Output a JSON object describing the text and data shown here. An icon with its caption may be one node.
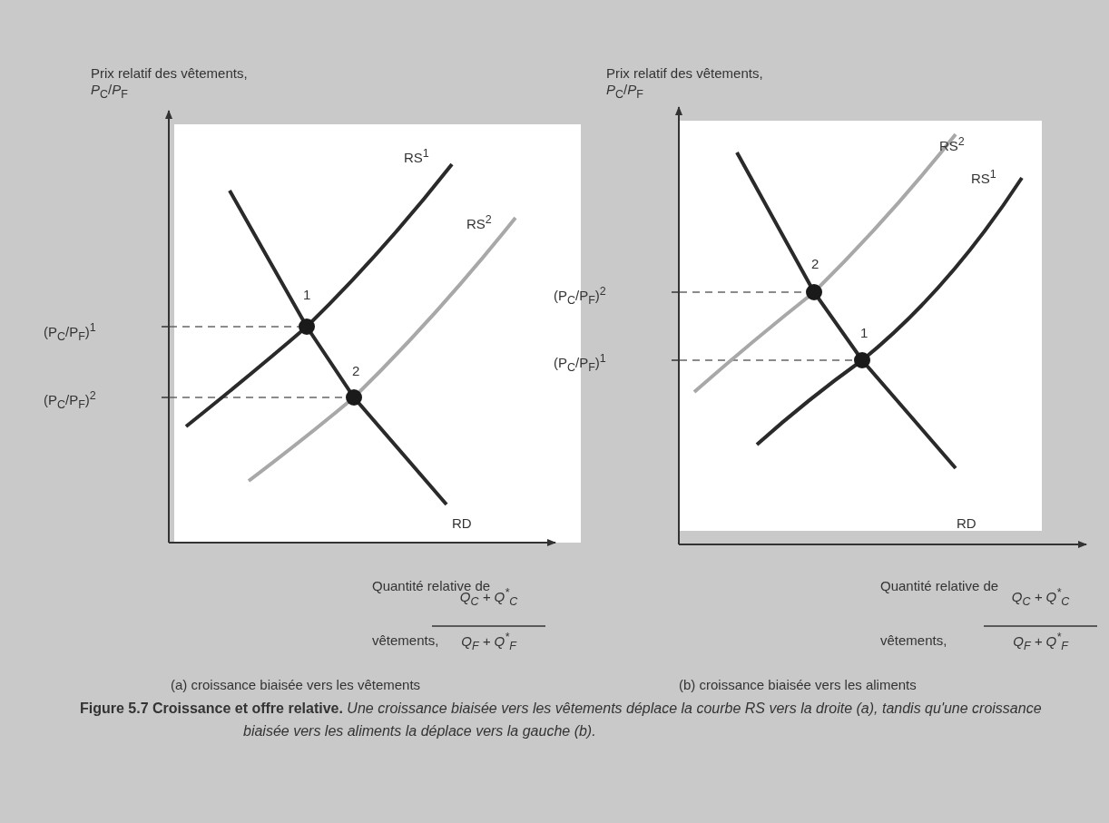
{
  "diagram": {
    "caption": "**Figure 5.7 Croissance et offre relative.** *Une croissance biaisée vers les vêtements déplace la courbe RS vers la droite (a), tandis qu'une croissance biaisée vers les aliments la déplace vers la gauche (b).*",
    "labels": [
      "Prix relatif des vêtements, *P*$_{C}$/*P*$_{F}$",
      "RS$^{1}$",
      "RS$^{2}$",
      "1",
      "2",
      "(P$_{C}$/P$_{F}$)$^{1}$",
      "(P$_{C}$/P$_{F}$)$^{2}$",
      "RD",
      "Quantité relative de vêtements,",
      "Q$_{C}$ + Q$^{*}$$_{C}$",
      "Q$_{F}$ + Q$^{*}$$_{F}$",
      "(a) croissance biaisée vers les vêtements",
      "Prix relatif des vêtements, *P*$_{C}$/*P*$_{F}$",
      "RS$^{2}$",
      "RS$^{1}$",
      "2",
      "(P$_{C}$/P$_{F}$)$^{2}$",
      "1",
      "(P$_{C}$/P$_{F}$)$^{1}$",
      "RD",
      "Quantité relative de vêtements,",
      "Q$_{C}$ + Q$^{*}$$_{C}$",
      "Q$_{F}$ + Q$^{*}$$_{F}$",
      "(b) croissance biaisée vers les aliments"
    ]
  }
}
